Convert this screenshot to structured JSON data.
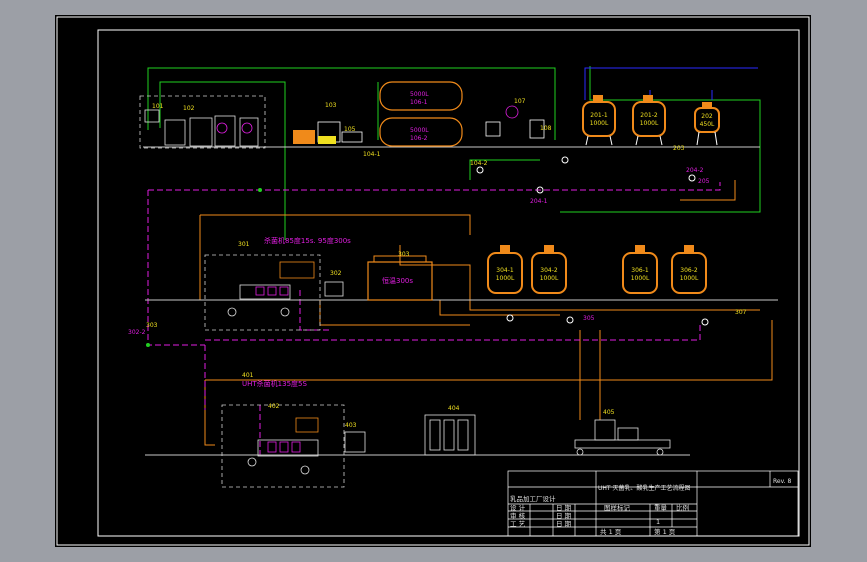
{
  "drawing": {
    "title": "UHT 灭菌乳、酸乳生产工艺流程图",
    "rev": "Rev. 8",
    "colors": {
      "background": "#9c9fa6",
      "sheet": "#000000",
      "frame": "#ffffff",
      "green_line": "#21d021",
      "magenta_line": "#e01ee0",
      "orange_line": "#f08a1a",
      "blue_line": "#2a2aff",
      "yellow_text": "#f0e020"
    }
  },
  "equipment": {
    "tag_101": "101",
    "tag_102": "102",
    "tag_103": "103",
    "tag_104_1": "104-1",
    "tag_104_2": "104-2",
    "tag_105": "105",
    "tank_5000_upper_volume": "5000L",
    "tank_5000_upper_tag": "106-1",
    "tank_5000_lower_volume": "5000L",
    "tank_5000_lower_tag": "106-2",
    "tag_107": "107",
    "tag_108": "108",
    "tank_201_1": "201-1\n1000L",
    "tank_201_2": "201-2\n1000L",
    "tank_202": "202\n450L",
    "tag_203": "203",
    "tag_204_1": "204-1",
    "tag_204_2": "204-2",
    "tag_205": "205",
    "tag_301": "301",
    "pasteurizer_label": "杀菌机85度15s. 95度300s",
    "tag_302": "302",
    "tag_303": "303",
    "tag_302_2": "302-2",
    "insulation_tag": "303",
    "insulation_label": "恒温300s",
    "tank_304_1": "304-1\n1000L",
    "tank_304_2": "304-2\n1000L",
    "tank_306_1": "306-1\n1000L",
    "tank_306_2": "306-2\n1000L",
    "tag_305": "305",
    "tag_307": "307",
    "tag_401": "401",
    "uht_label": "UHT杀菌机135度5S",
    "tag_402": "402",
    "tag_403": "403",
    "tag_404": "404",
    "tag_405": "405"
  },
  "title_block": {
    "company": "乳品加工厂设计",
    "rows": [
      [
        "设 计",
        "",
        "日 期"
      ],
      [
        "审 核",
        "",
        "日 期"
      ],
      [
        "工 艺",
        "",
        "日 期"
      ]
    ],
    "drawing_no_label": "图样标记",
    "weight_label": "重量",
    "scale_label": "比例",
    "scale_value": "1",
    "sheet_label": "共 1 页",
    "page_label": "第 1 页"
  }
}
